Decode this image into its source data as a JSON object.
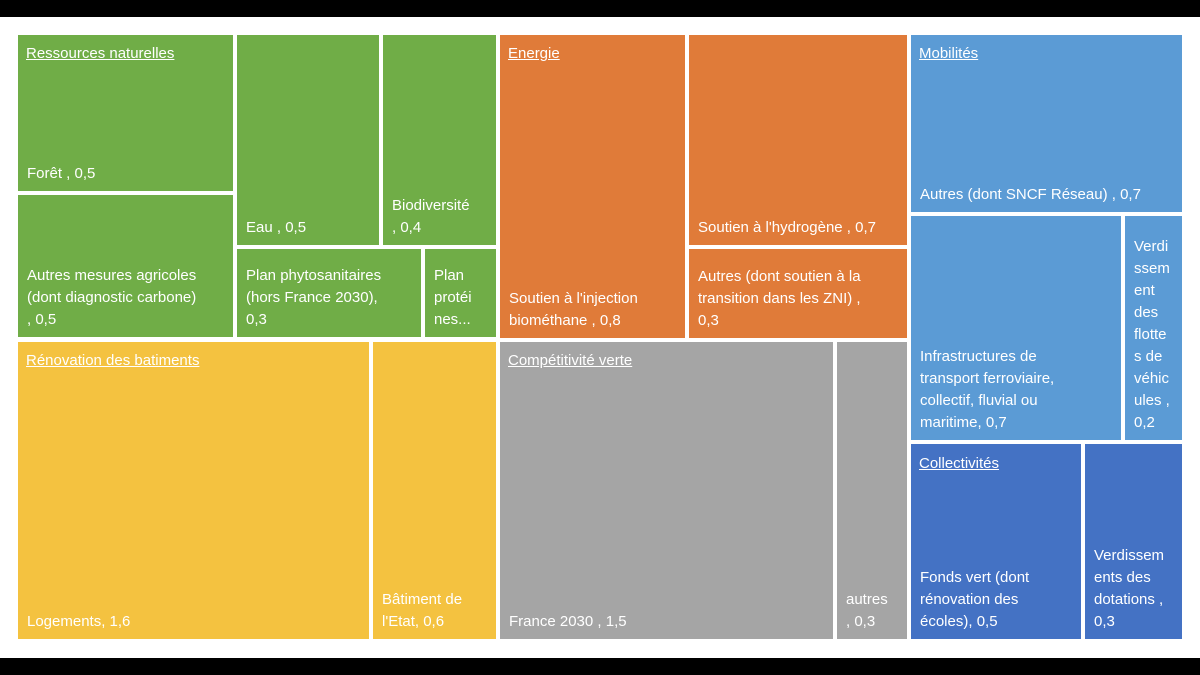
{
  "chart_data": {
    "type": "treemap",
    "categories": [
      {
        "name": "Ressources naturelles",
        "color": "#70ad47",
        "items": [
          {
            "label": "Forêt , 0,5",
            "value": 0.5
          },
          {
            "label": "Autres mesures agricoles\n(dont diagnostic carbone)\n, 0,5",
            "value": 0.5
          },
          {
            "label": "Eau , 0,5",
            "value": 0.5
          },
          {
            "label": "Biodiversité\n, 0,4",
            "value": 0.4
          },
          {
            "label": "Plan phytosanitaires\n(hors France 2030),\n0,3",
            "value": 0.3
          },
          {
            "label": "Plan\nprotéi\nnes...",
            "value": 0.2
          }
        ]
      },
      {
        "name": "Energie",
        "color": "#e07b39",
        "items": [
          {
            "label": "Soutien à l'injection\nbiométhane , 0,8",
            "value": 0.8
          },
          {
            "label": "Soutien à l'hydrogène , 0,7",
            "value": 0.7
          },
          {
            "label": "Autres (dont soutien à la\ntransition dans les ZNI) ,\n0,3",
            "value": 0.3
          }
        ]
      },
      {
        "name": "Mobilités",
        "color": "#5b9bd5",
        "items": [
          {
            "label": "Autres (dont SNCF Réseau) , 0,7",
            "value": 0.7
          },
          {
            "label": "Infrastructures de\ntransport ferroviaire,\ncollectif, fluvial ou\nmaritime, 0,7",
            "value": 0.7
          },
          {
            "label": "Verdi\nssem\nent\ndes\nflotte\ns de\nvéhic\nules ,\n0,2",
            "value": 0.2
          }
        ]
      },
      {
        "name": "Rénovation des batiments",
        "color": "#f4c240",
        "items": [
          {
            "label": "Logements, 1,6",
            "value": 1.6
          },
          {
            "label": "Bâtiment de\nl'Etat, 0,6",
            "value": 0.6
          }
        ]
      },
      {
        "name": "Compétitivité verte",
        "color": "#a5a5a5",
        "items": [
          {
            "label": "France 2030 , 1,5",
            "value": 1.5
          },
          {
            "label": "autres\n, 0,3",
            "value": 0.3
          }
        ]
      },
      {
        "name": "Collectivités",
        "color": "#4472c4",
        "items": [
          {
            "label": "Fonds vert (dont\nrénovation des\nécoles), 0,5",
            "value": 0.5
          },
          {
            "label": "Verdissem\nents des\ndotations ,\n0,3",
            "value": 0.3
          }
        ]
      }
    ]
  }
}
